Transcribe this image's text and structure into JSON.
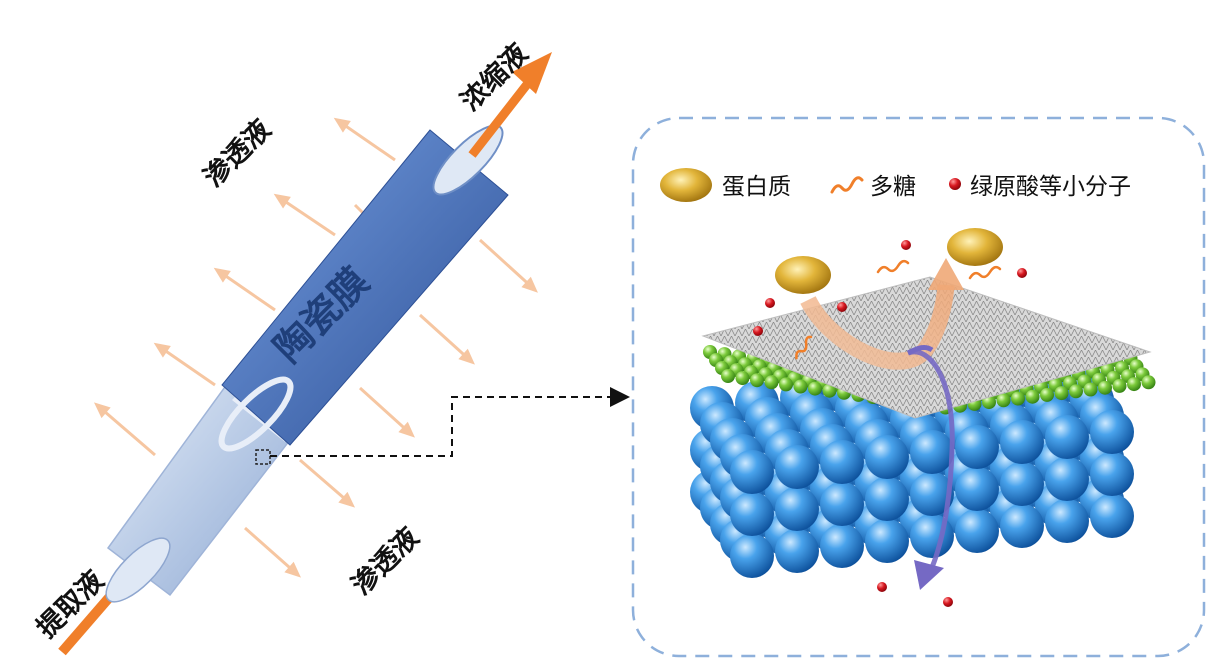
{
  "labels": {
    "concentrate": "浓缩液",
    "permeate_top": "渗透液",
    "permeate_bottom": "渗透液",
    "feed": "提取液",
    "membrane": "陶瓷膜"
  },
  "legend": [
    {
      "label": "蛋白质",
      "icon": "protein-icon"
    },
    {
      "label": "多糖",
      "icon": "polysaccharide-icon"
    },
    {
      "label": "绿原酸等小分子",
      "icon": "small-molecule-icon"
    }
  ],
  "colors": {
    "main_arrow": "#f07f2a",
    "permeate_arrow": "#f6c6a1",
    "tube_blue": "#3c67b1",
    "tube_light": "#bcd0ea",
    "dashed_box": "#8eb0db",
    "sphere_blue": "#2f86d6",
    "sphere_green": "#6fc23a",
    "small_molecule": "#d0121b",
    "protein": "#dcaa2a",
    "purple_arrow": "#7569c4"
  }
}
